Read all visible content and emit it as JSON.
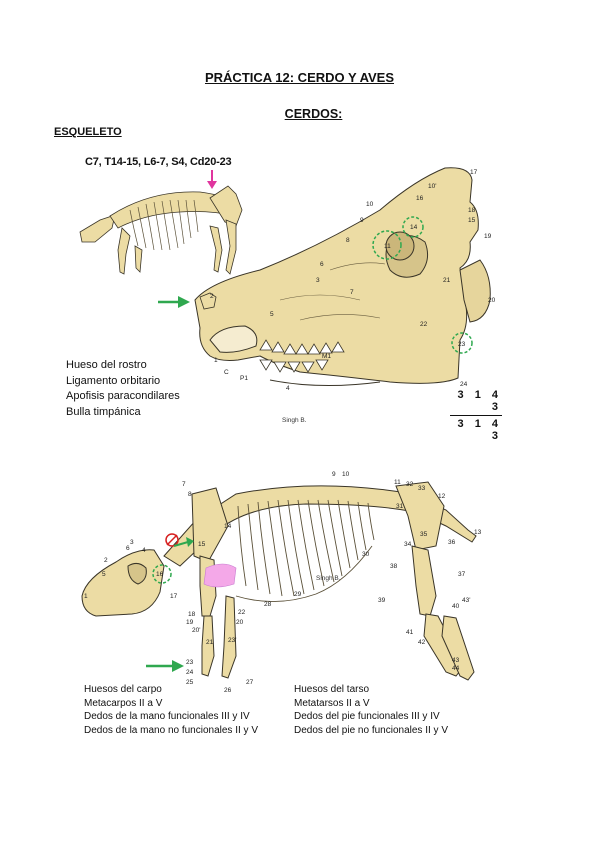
{
  "header": {
    "title": "PRÁCTICA 12: CERDO Y AVES",
    "subtitle": "CERDOS:",
    "section": "ESQUELETO"
  },
  "figure1": {
    "vertebral_formula": "C7, T14-15, L6-7, S4, Cd20-23",
    "credit": "Singh B.",
    "legend": [
      "Hueso del rostro",
      "Ligamento orbitario",
      "Apofisis paracondilares",
      "Bulla timpánica"
    ],
    "dental_formula": {
      "upper": "3 1 4 3",
      "lower": "3 1 4 3"
    },
    "numbers": [
      "17",
      "10'",
      "16",
      "18",
      "15",
      "19",
      "10",
      "9",
      "14",
      "11",
      "8",
      "6",
      "3",
      "7",
      "21",
      "20",
      "2",
      "5",
      "22",
      "M1",
      "23",
      "24",
      "1",
      "C",
      "P1",
      "4"
    ]
  },
  "figure2": {
    "credit": "Singh B.",
    "legend_left": [
      "Huesos del carpo",
      "Metacarpos II a V",
      "Dedos de la mano funcionales III y IV",
      "Dedos de la mano no funcionales II y V"
    ],
    "legend_right": [
      "Huesos del tarso",
      "Metatarsos II a V",
      "Dedos del pie funcionales III y IV",
      "Dedos del pie no funcionales II y V"
    ],
    "numbers": [
      "9",
      "10",
      "11",
      "32",
      "33",
      "12",
      "7",
      "8",
      "31",
      "13",
      "35",
      "36",
      "15",
      "14",
      "3",
      "34",
      "6",
      "4",
      "1",
      "16",
      "2",
      "30",
      "37",
      "38",
      "5",
      "17",
      "29",
      "28",
      "39",
      "18",
      "19",
      "22",
      "40",
      "20",
      "21",
      "20'",
      "41",
      "42",
      "23'",
      "43",
      "44",
      "23",
      "24",
      "25",
      "26",
      "27",
      "43'"
    ]
  },
  "colors": {
    "bone": "#ecdca4",
    "bone_shadow": "#bca66a",
    "outline": "#3a3528",
    "annotation_green": "#2fa84f",
    "annotation_magenta": "#e0359e",
    "annotation_red": "#d62020",
    "highlight_pink": "#f4a8e8"
  }
}
